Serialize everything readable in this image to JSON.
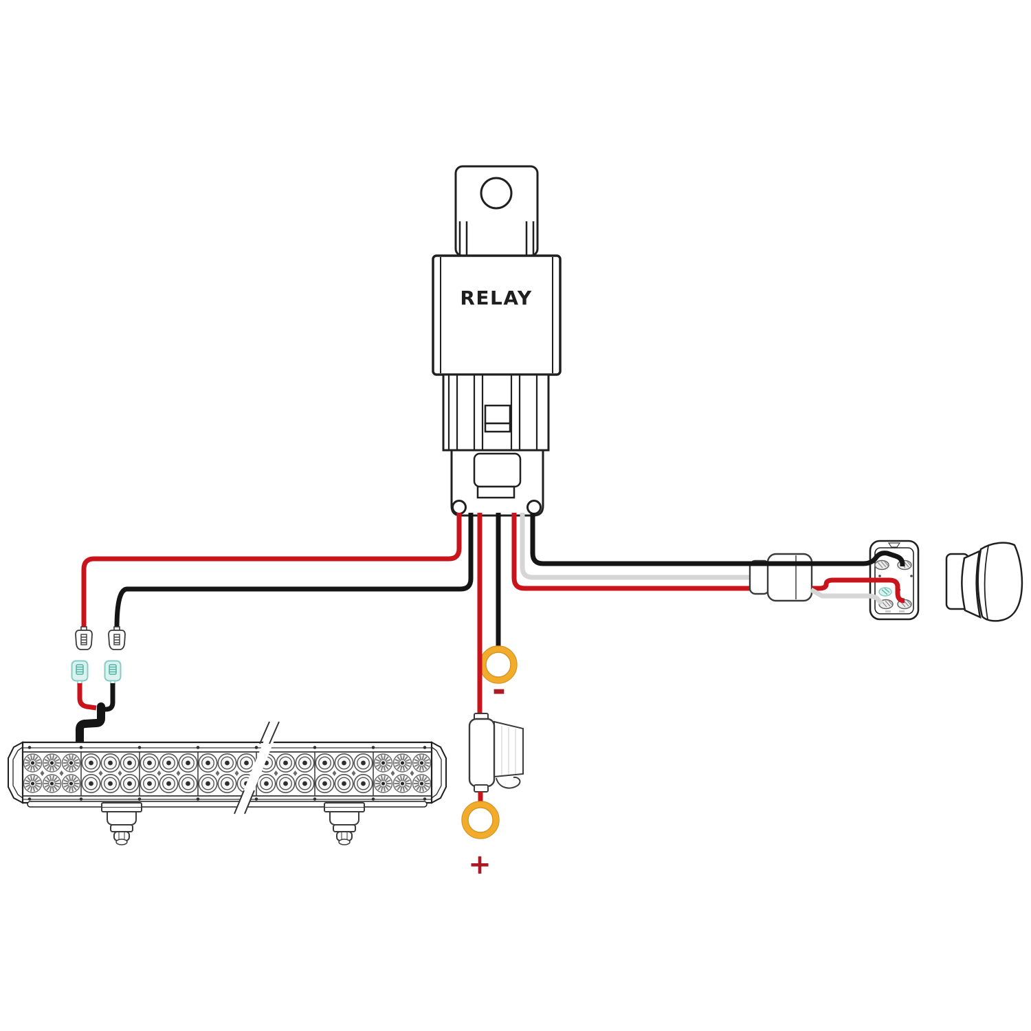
{
  "diagram": {
    "relay": {
      "label": "RELAY"
    },
    "terminal_labels": {
      "negative": "-",
      "positive": "+"
    },
    "components": [
      {
        "id": "relay",
        "name": "Relay with mounting tab"
      },
      {
        "id": "relay-socket",
        "name": "Relay socket connector block"
      },
      {
        "id": "led-light-bar",
        "name": "Dual-row LED light bar with two mounting brackets"
      },
      {
        "id": "spade-connector-red",
        "name": "Quick-disconnect spade connector pair on red lead"
      },
      {
        "id": "spade-connector-black",
        "name": "Quick-disconnect spade connector pair on black lead"
      },
      {
        "id": "negative-ring-terminal",
        "name": "Negative battery ring terminal"
      },
      {
        "id": "positive-ring-terminal",
        "name": "Positive battery ring terminal"
      },
      {
        "id": "fuse-holder-battery",
        "name": "Fuse holder on positive battery lead"
      },
      {
        "id": "fuse-holder-switch",
        "name": "Inline fuse holder on switch leads"
      },
      {
        "id": "switch-connector",
        "name": "Rocker switch terminal block"
      },
      {
        "id": "rocker-switch",
        "name": "Rocker switch"
      }
    ],
    "wires": [
      {
        "color": "red",
        "from": "relay-socket",
        "to": "led-light-bar",
        "via": "spade-connector-red"
      },
      {
        "color": "black",
        "from": "relay-socket",
        "to": "led-light-bar",
        "via": "spade-connector-black"
      },
      {
        "color": "red",
        "from": "relay-socket",
        "to": "positive-ring-terminal",
        "via": "fuse-holder-battery"
      },
      {
        "color": "black",
        "from": "relay-socket",
        "to": "negative-ring-terminal"
      },
      {
        "color": "black",
        "from": "relay-socket",
        "to": "switch-connector",
        "via": "fuse-holder-switch"
      },
      {
        "color": "white",
        "from": "relay-socket",
        "to": "switch-connector",
        "via": "fuse-holder-switch"
      },
      {
        "color": "red",
        "from": "relay-socket",
        "to": "switch-connector",
        "via": "fuse-holder-switch"
      }
    ],
    "light_bar": {
      "sections": [
        "flower",
        "round",
        "round",
        "round",
        "round",
        "round",
        "flower"
      ],
      "leds_per_section": 6,
      "rows": 2
    },
    "colors": {
      "line": "#1f1f1f",
      "wire_red": "#c9141c",
      "wire_black": "#151515",
      "wire_white": "#d6d6d6",
      "ring_gold": "#f2ac2c",
      "ring_gold_dark": "#d8911f",
      "polarity": "#ab1b26",
      "teal_fill": "#dcf2ee",
      "teal_stroke": "#84ccc4",
      "teal_marks": "#4fb3a7",
      "terminal_fill": "#ededed"
    }
  }
}
